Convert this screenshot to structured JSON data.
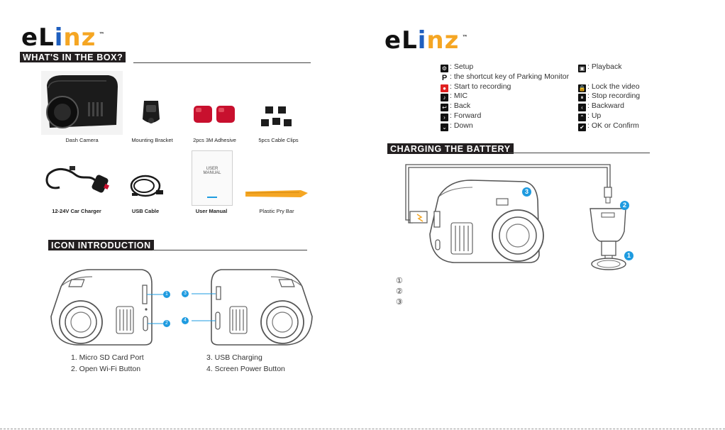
{
  "left_logo": {
    "text": "eLinz",
    "tm": "™"
  },
  "right_logo": {
    "text": "eLinz",
    "tm": "™"
  },
  "whats_in_box": {
    "title": "WHAT'S IN THE BOX?",
    "items": [
      {
        "label": "Dash Camera"
      },
      {
        "label": "Mounting Bracket"
      },
      {
        "label": "2pcs 3M Adhesive"
      },
      {
        "label": "5pcs Cable Clips"
      },
      {
        "label": "12-24V Car Charger"
      },
      {
        "label": "USB Cable"
      },
      {
        "label": "User Manual"
      },
      {
        "label": "Plastic Pry Bar"
      }
    ],
    "manual_cover_text": "USER MANUAL"
  },
  "icon_intro": {
    "title": "ICON INTRODUCTION",
    "markers": [
      "1",
      "2",
      "3",
      "4"
    ],
    "ports": [
      "1. Micro SD Card Port",
      "2. Open Wi-Fi Button",
      "3. USB Charging",
      "4. Screen Power Button"
    ]
  },
  "legend": {
    "left": [
      {
        "icon": "gear-icon",
        "glyph": "⚙",
        "text": ": Setup",
        "color": "#111111"
      },
      {
        "icon": "parking-icon",
        "glyph": "P",
        "text": ": the shortcut key of Parking Monitor",
        "color": "#111111"
      },
      {
        "icon": "record-icon",
        "glyph": "●",
        "text": ": Start to recording",
        "color": "#e02020"
      },
      {
        "icon": "mic-icon",
        "glyph": "♪",
        "text": ": MIC",
        "color": "#111111"
      },
      {
        "icon": "back-icon",
        "glyph": "↩",
        "text": ": Back",
        "color": "#111111"
      },
      {
        "icon": "forward-icon",
        "glyph": "›",
        "text": ": Forward",
        "color": "#111111"
      },
      {
        "icon": "down-icon",
        "glyph": "⌄",
        "text": ": Down",
        "color": "#111111"
      }
    ],
    "right": [
      {
        "icon": "playback-icon",
        "glyph": "▣",
        "text": ": Playback",
        "row": 0
      },
      {
        "icon": "lock-icon",
        "glyph": "🔒",
        "text": ": Lock the video",
        "row": 2
      },
      {
        "icon": "stop-icon",
        "glyph": "⏸",
        "text": ": Stop recording",
        "row": 3
      },
      {
        "icon": "backward-icon",
        "glyph": "‹",
        "text": ": Backward",
        "row": 4
      },
      {
        "icon": "up-icon",
        "glyph": "⌃",
        "text": ": Up",
        "row": 5
      },
      {
        "icon": "ok-icon",
        "glyph": "✔",
        "text": ": OK or Confirm",
        "row": 6
      }
    ]
  },
  "charging": {
    "title": "CHARGING THE BATTERY",
    "markers": [
      "1",
      "2",
      "3"
    ],
    "steps": [
      "①",
      "②",
      "③"
    ]
  },
  "colors": {
    "accent_blue": "#1e9be0",
    "logo_orange": "#f5a623",
    "logo_blue": "#1f5fbf",
    "dark": "#231f20"
  }
}
